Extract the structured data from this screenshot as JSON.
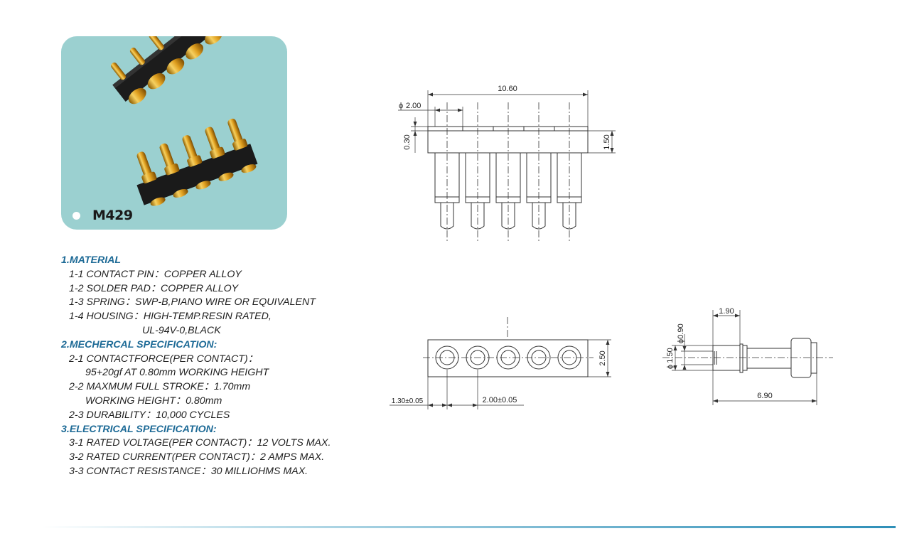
{
  "product": {
    "model": "M429"
  },
  "specs": {
    "material": {
      "heading": "1.MATERIAL",
      "lines": [
        "1-1 CONTACT PIN：COPPER ALLOY",
        "1-2 SOLDER PAD：COPPER ALLOY",
        "1-3 SPRING：SWP-B,PIANO WIRE OR EQUIVALENT",
        "1-4 HOUSING：HIGH-TEMP.RESIN RATED,"
      ],
      "continuation": "UL-94V-0,BLACK"
    },
    "mechanical": {
      "heading": "2.MECHERCAL SPECIFICATION:",
      "line1": "2-1 CONTACTFORCE(PER CONTACT)：",
      "line1_cont": "95+20gf AT 0.80mm WORKING HEIGHT",
      "line2": "2-2 MAXMUM FULL STROKE：1.70mm",
      "line2_cont": "WORKING HEIGHT：0.80mm",
      "line3": "2-3 DURABILITY：10,000 CYCLES"
    },
    "electrical": {
      "heading": "3.ELECTRICAL SPECIFICATION:",
      "lines": [
        "3-1 RATED VOLTAGE(PER CONTACT)：12 VOLTS MAX.",
        "3-2 RATED CURRENT(PER CONTACT)：2 AMPS MAX.",
        "3-3 CONTACT RESISTANCE：30 MILLIOHMS MAX."
      ]
    }
  },
  "dimensions": {
    "overall_length": "10.60",
    "pin_diameter": "2.00",
    "flange_thickness": "0.30",
    "housing_height": "1.50",
    "housing_width": "2.50",
    "edge_to_pin": "1.30±0.05",
    "pitch": "2.00±0.05",
    "pin_head_length": "1.90",
    "tip_diameter": "0.90",
    "body_diameter": "1.50",
    "pin_length": "6.90"
  },
  "symbols": {
    "diameter": "ϕ"
  }
}
